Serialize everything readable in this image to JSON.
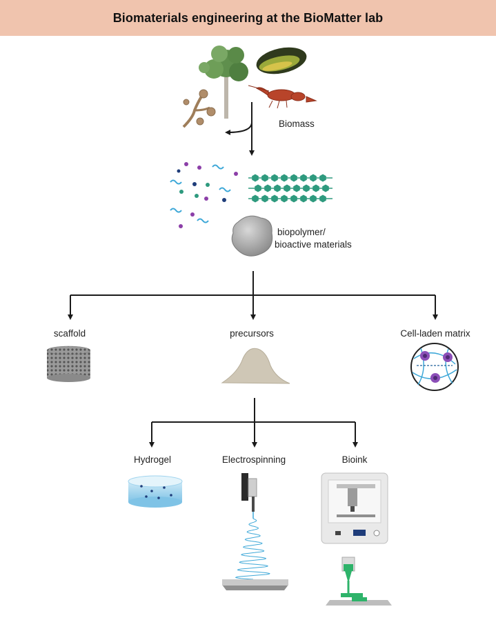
{
  "header": {
    "title": "Biomaterials engineering at the BioMatter lab"
  },
  "labels": {
    "biomass": "Biomass",
    "biopolymer_line1": "biopolymer/",
    "biopolymer_line2": "bioactive materials",
    "scaffold": "scaffold",
    "precursors": "precursors",
    "cell_laden_matrix": "Cell-laden matrix",
    "hydrogel": "Hydrogel",
    "electrospinning": "Electrospinning",
    "bioink": "Bioink"
  },
  "colors": {
    "header_bg": "#f0c4ae",
    "arrow": "#1a1a1a",
    "chain_green": "#2e9a7e",
    "fiber_blue": "#3ea8d8",
    "bioink_green": "#2eb36a"
  },
  "icons": [
    "tree-icon",
    "mussel-icon",
    "crayfish-icon",
    "fungus-icon",
    "molecules-icon",
    "polymer-chains-icon",
    "rock-icon",
    "scaffold-icon",
    "powder-pile-icon",
    "cell-matrix-icon",
    "hydrogel-icon",
    "electrospinning-icon",
    "bioprinter-icon",
    "bioink-nozzle-icon"
  ]
}
